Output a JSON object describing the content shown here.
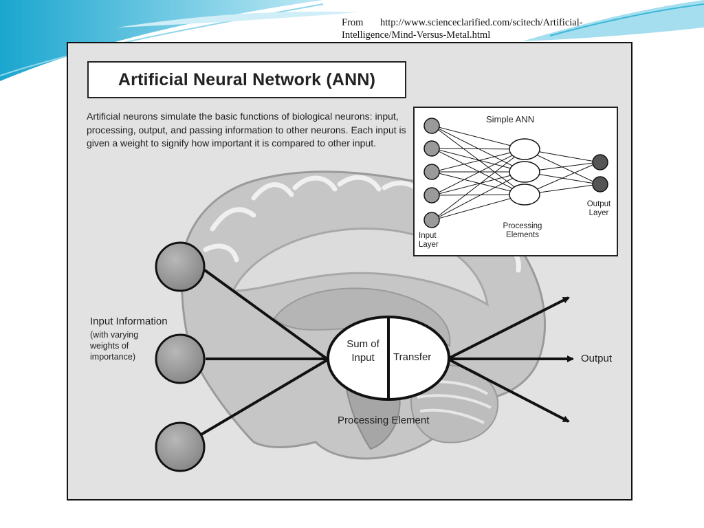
{
  "source": {
    "from_label": "From",
    "url_line1": "http://www.scienceclarified.com/scitech/Artificial-",
    "url_line2": "Intelligence/Mind-Versus-Metal.html"
  },
  "figure": {
    "title": "Artificial Neural Network (ANN)",
    "description": "Artificial neurons simulate the basic functions of biological neurons: input, processing, output, and passing information to other neurons. Each input is given a weight to signify how important it is compared to other input.",
    "inset": {
      "title": "Simple ANN",
      "input_layer": "Input Layer",
      "processing_elements": "Processing Elements",
      "output_layer": "Output Layer"
    },
    "neuron": {
      "input_information": "Input Information",
      "input_weights_note": "(with varying weights of importance)",
      "sum_of_input": "Sum of Input",
      "transfer": "Transfer",
      "processing_element": "Processing Element",
      "output": "Output"
    }
  },
  "colors": {
    "slide_accent": "#3cb8d8",
    "figure_background": "#e2e2e2",
    "brain_gray": "#c6c6c6",
    "node_gray": "#9a9a9a"
  }
}
